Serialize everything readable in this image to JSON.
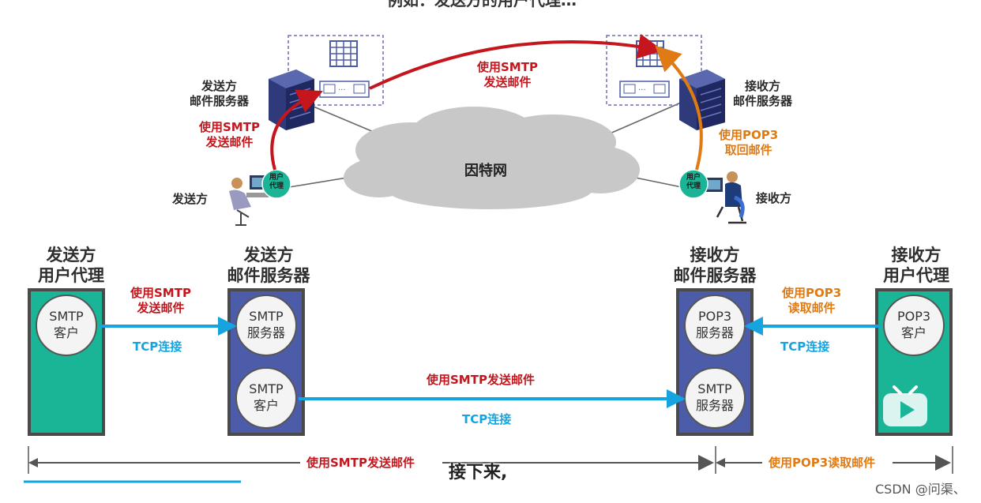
{
  "top_title": "例如：发送方的用户代理…",
  "top": {
    "sender_server": "发送方\n邮件服务器",
    "receiver_server": "接收方\n邮件服务器",
    "internet": "因特网",
    "sender": "发送方",
    "receiver": "接收方",
    "ua_badge": "用户\n代理",
    "smtp_left": "使用SMTP\n发送邮件",
    "smtp_top": "使用SMTP\n发送邮件",
    "pop3_right": "使用POP3\n取回邮件"
  },
  "bottom": {
    "col1_header": "发送方\n用户代理",
    "col2_header": "发送方\n邮件服务器",
    "col3_header": "接收方\n邮件服务器",
    "col4_header": "接收方\n用户代理",
    "smtp_client_1": "SMTP\n客户",
    "smtp_server_1": "SMTP\n服务器",
    "smtp_client_2": "SMTP\n客户",
    "pop3_server": "POP3\n服务器",
    "smtp_server_2": "SMTP\n服务器",
    "pop3_client": "POP3\n客户",
    "arrow1_top": "使用SMTP\n发送邮件",
    "arrow1_bottom": "TCP连接",
    "arrow2_top": "使用SMTP发送邮件",
    "arrow2_bottom": "TCP连接",
    "arrow3_top": "使用POP3\n读取邮件",
    "arrow3_bottom": "TCP连接",
    "span_left": "使用SMTP发送邮件",
    "span_right": "使用POP3读取邮件"
  },
  "subtitle": "接下来,",
  "watermark": "CSDN @问渠、",
  "colors": {
    "teal": "#1ab596",
    "navy": "#4d5ca8",
    "red": "#c4161c",
    "orange": "#e07a12",
    "blue": "#16a4e0"
  }
}
